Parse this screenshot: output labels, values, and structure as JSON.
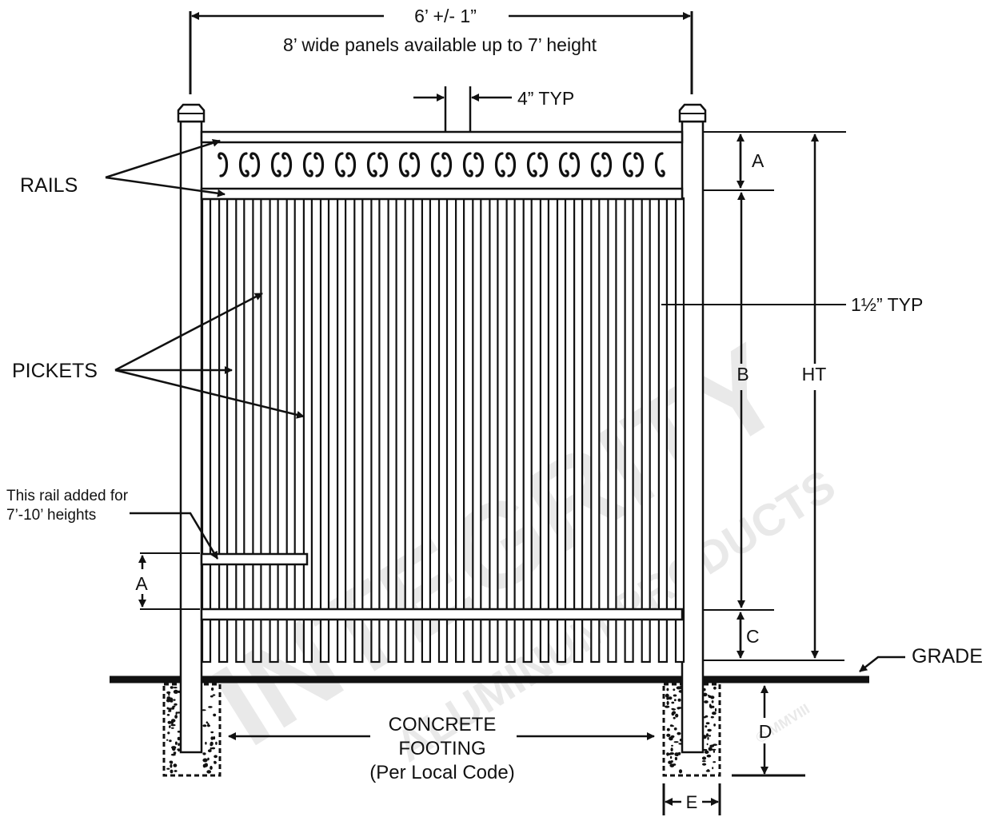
{
  "watermark": {
    "main": "INTEGRITY",
    "sub": "ALUMINUM PRODUCTS",
    "mark": "© MMVIII"
  },
  "dimensions": {
    "panel_width": "6’  +/- 1”",
    "panel_note": "8’ wide panels available up to 7’ height",
    "picket_spacing": "4” TYP",
    "picket_width": "1½” TYP",
    "rail_spacing_top": "A",
    "rail_spacing_mid": "A",
    "picket_height": "B",
    "overall_height": "HT",
    "bottom_clearance": "C",
    "footing_depth": "D",
    "footing_width": "E"
  },
  "callouts": {
    "rails": "RAILS",
    "pickets": "PICKETS",
    "added_rail_line1": "This rail added for",
    "added_rail_line2": "7’-10’ heights",
    "grade": "GRADE",
    "footing_line1": "CONCRETE",
    "footing_line2": "FOOTING",
    "footing_line3": "(Per Local Code)"
  }
}
